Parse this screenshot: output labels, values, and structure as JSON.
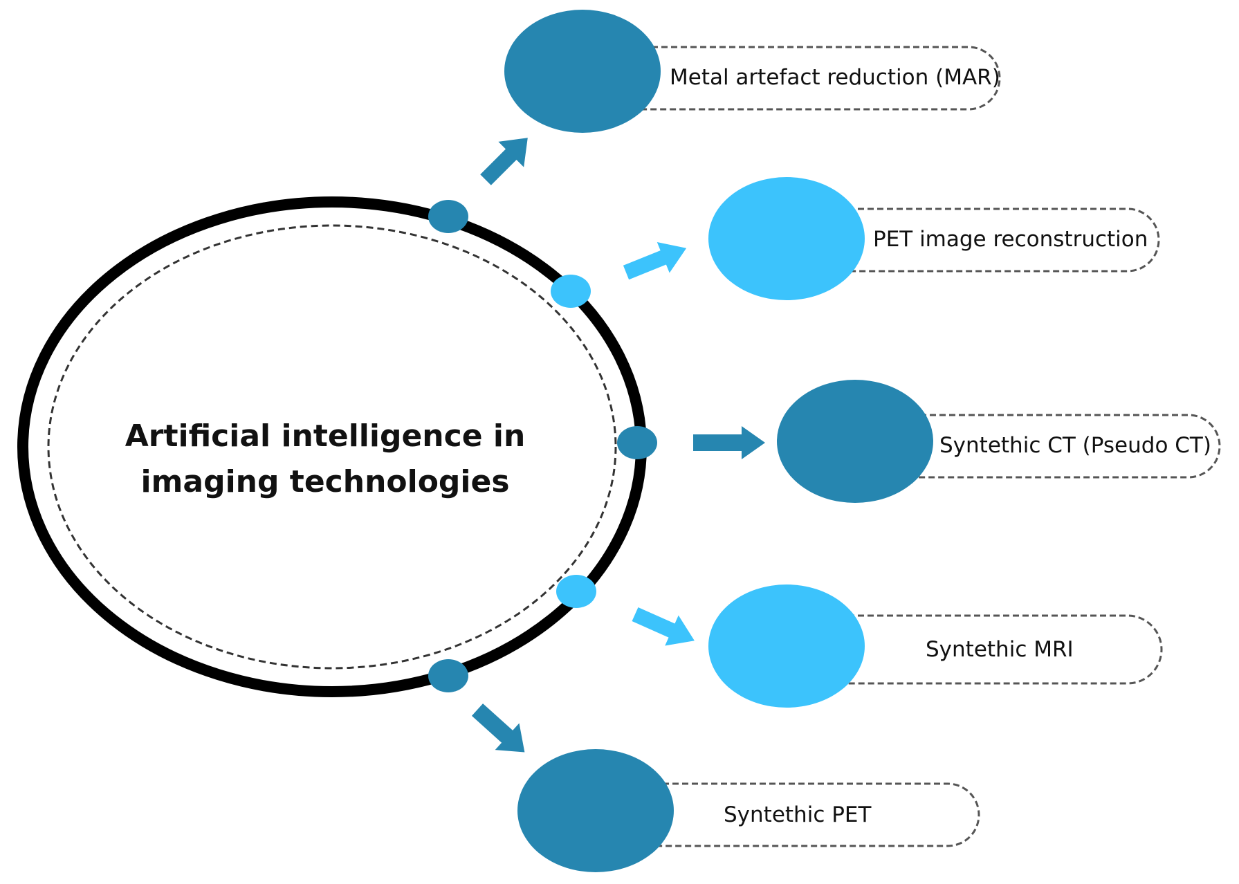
{
  "diagram": {
    "center": {
      "title_line1": "Artificial intelligence in",
      "title_line2": "imaging technologies"
    },
    "branches": [
      {
        "label": "Metal artefact reduction (MAR)",
        "color": "#2686b0"
      },
      {
        "label": "PET image reconstruction",
        "color": "#3cc3fc"
      },
      {
        "label": "Syntethic CT (Pseudo CT)",
        "color": "#2686b0"
      },
      {
        "label": "Syntethic MRI",
        "color": "#3cc3fc"
      },
      {
        "label": "Syntethic PET",
        "color": "#2686b0"
      }
    ]
  },
  "colors": {
    "dark_blue": "#2686b0",
    "light_blue": "#3cc3fc",
    "ring": "#000000",
    "dashed_border": "#555555"
  }
}
